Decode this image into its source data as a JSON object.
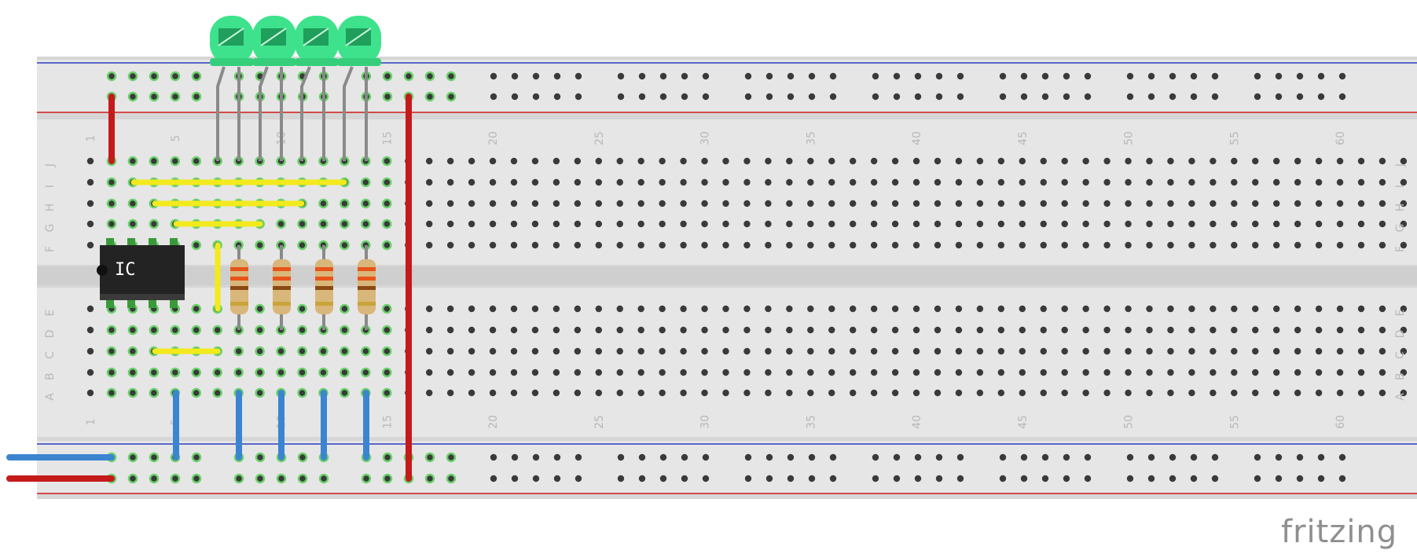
{
  "breadboard": {
    "column_numbers": [
      "1",
      "5",
      "10",
      "15",
      "20",
      "25",
      "30",
      "35",
      "40",
      "45",
      "50",
      "55",
      "60"
    ],
    "row_letters_top": [
      "J",
      "I",
      "H",
      "G",
      "F"
    ],
    "row_letters_bottom": [
      "E",
      "D",
      "C",
      "B",
      "A"
    ]
  },
  "components": {
    "ic_label": "IC",
    "led_count": 4,
    "resistor_count": 4
  },
  "colors": {
    "wire_red": "#c41a1a",
    "wire_blue": "#3b85d0",
    "wire_yellow": "#f2ea1d",
    "led_green": "#3ee28c",
    "hole_dark": "#3a3a3a",
    "hole_green": "#6bd06b"
  },
  "brand": {
    "logo_text": "fritzing"
  }
}
